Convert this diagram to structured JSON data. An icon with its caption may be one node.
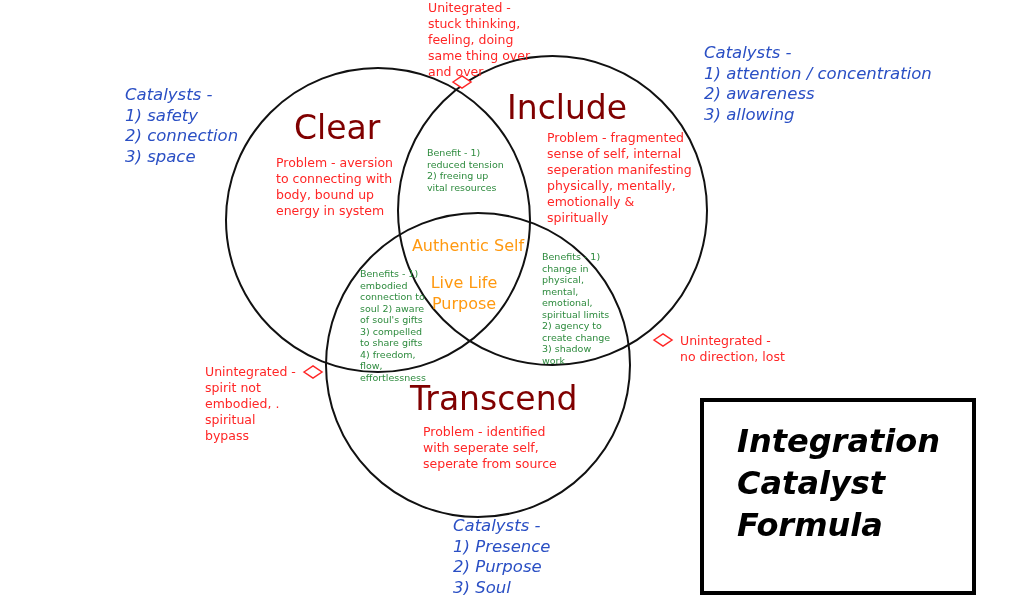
{
  "diagram": {
    "nodes": [
      {
        "text": [
          "Clear",
          "Problem - aversion to connecting with body, bound up energy in system"
        ]
      },
      {
        "text": [
          "Include",
          "Problem - fragmented sense of self, internal seperation manifesting physically, mentally, emotionally & spiritually"
        ]
      },
      {
        "text": [
          "Transcend",
          "Problem - identified with seperate self, seperate from source"
        ]
      },
      {
        "text": [
          "Integration Catalyst Formula"
        ]
      }
    ],
    "edges": [],
    "labels": [
      "Unitegrated - stuck thinking, feeling, doing same thing over and over",
      "Catalysts -",
      "1) attention / concentration",
      "2) awareness",
      "3) allowing",
      "Catalysts -",
      "1) safety",
      "2) connection",
      "3) space",
      "Benefit - 1) reduced tension 2) freeing up vital resources",
      "Authentic Self",
      "Benefits - 1) change in physical, mental, emotional, spiritual limits 2) agency to create change 3) shadow work",
      "Live Life Purpose",
      "Benefits - 1) embodied connection to soul 2) aware of soul's gifts 3) compelled to share gifts 4) freedom, flow, effortlessness",
      "Unintegrated - no direction, lost",
      "Unintegrated - spirit not embodied, . spiritual bypass",
      "Catalysts -",
      "1) Presence",
      "2) Purpose",
      "3) Soul"
    ]
  }
}
